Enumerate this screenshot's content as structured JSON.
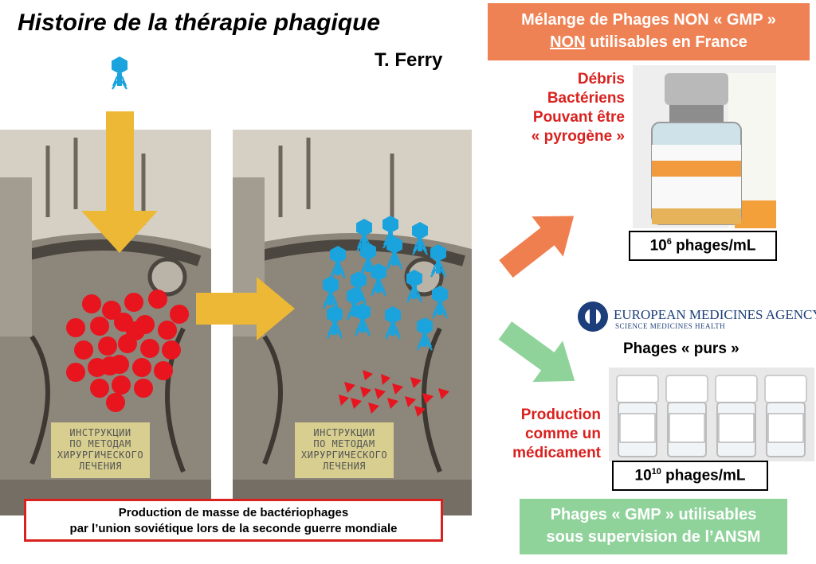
{
  "title": "Histoire de la thérapie phagique",
  "author": "T. Ferry",
  "plaque_lines": [
    "ИНСТРУКЦИИ",
    "ПО МЕТОДАМ",
    "ХИРУРГИЧЕСКОГО",
    "ЛЕЧЕНИЯ"
  ],
  "caption": {
    "line1": "Production de masse de bactériophages",
    "line2": "par l’union soviétique lors de la seconde guerre mondiale"
  },
  "top_right": {
    "box_line1": "Mélange de Phages NON « GMP »",
    "box_line2_u": "NON",
    "box_line2_rest": " utilisables en France",
    "debris_lines": [
      "Débris",
      "Bactériens",
      "Pouvant être",
      "« pyrogène »"
    ],
    "conc_base": "10",
    "conc_exp": "6",
    "conc_unit": " phages/mL"
  },
  "bottom_right": {
    "ema_name": "EUROPEAN MEDICINES AGENCY",
    "ema_sub": "SCIENCE  MEDICINES  HEALTH",
    "purs": "Phages « purs »",
    "production_lines": [
      "Production",
      "comme un",
      "médicament"
    ],
    "conc_base": "10",
    "conc_exp": "10",
    "conc_unit": " phages/mL",
    "box_line1": "Phages « GMP » utilisables",
    "box_line2": "sous supervision de l’ANSM"
  },
  "colors": {
    "bacteria": "#e8141e",
    "phage": "#1aa3dc",
    "yellow_arrow": "#edb835",
    "orange_arrow": "#ef7f4e",
    "green_arrow": "#8fd39b",
    "accent_red": "#d9211e"
  }
}
